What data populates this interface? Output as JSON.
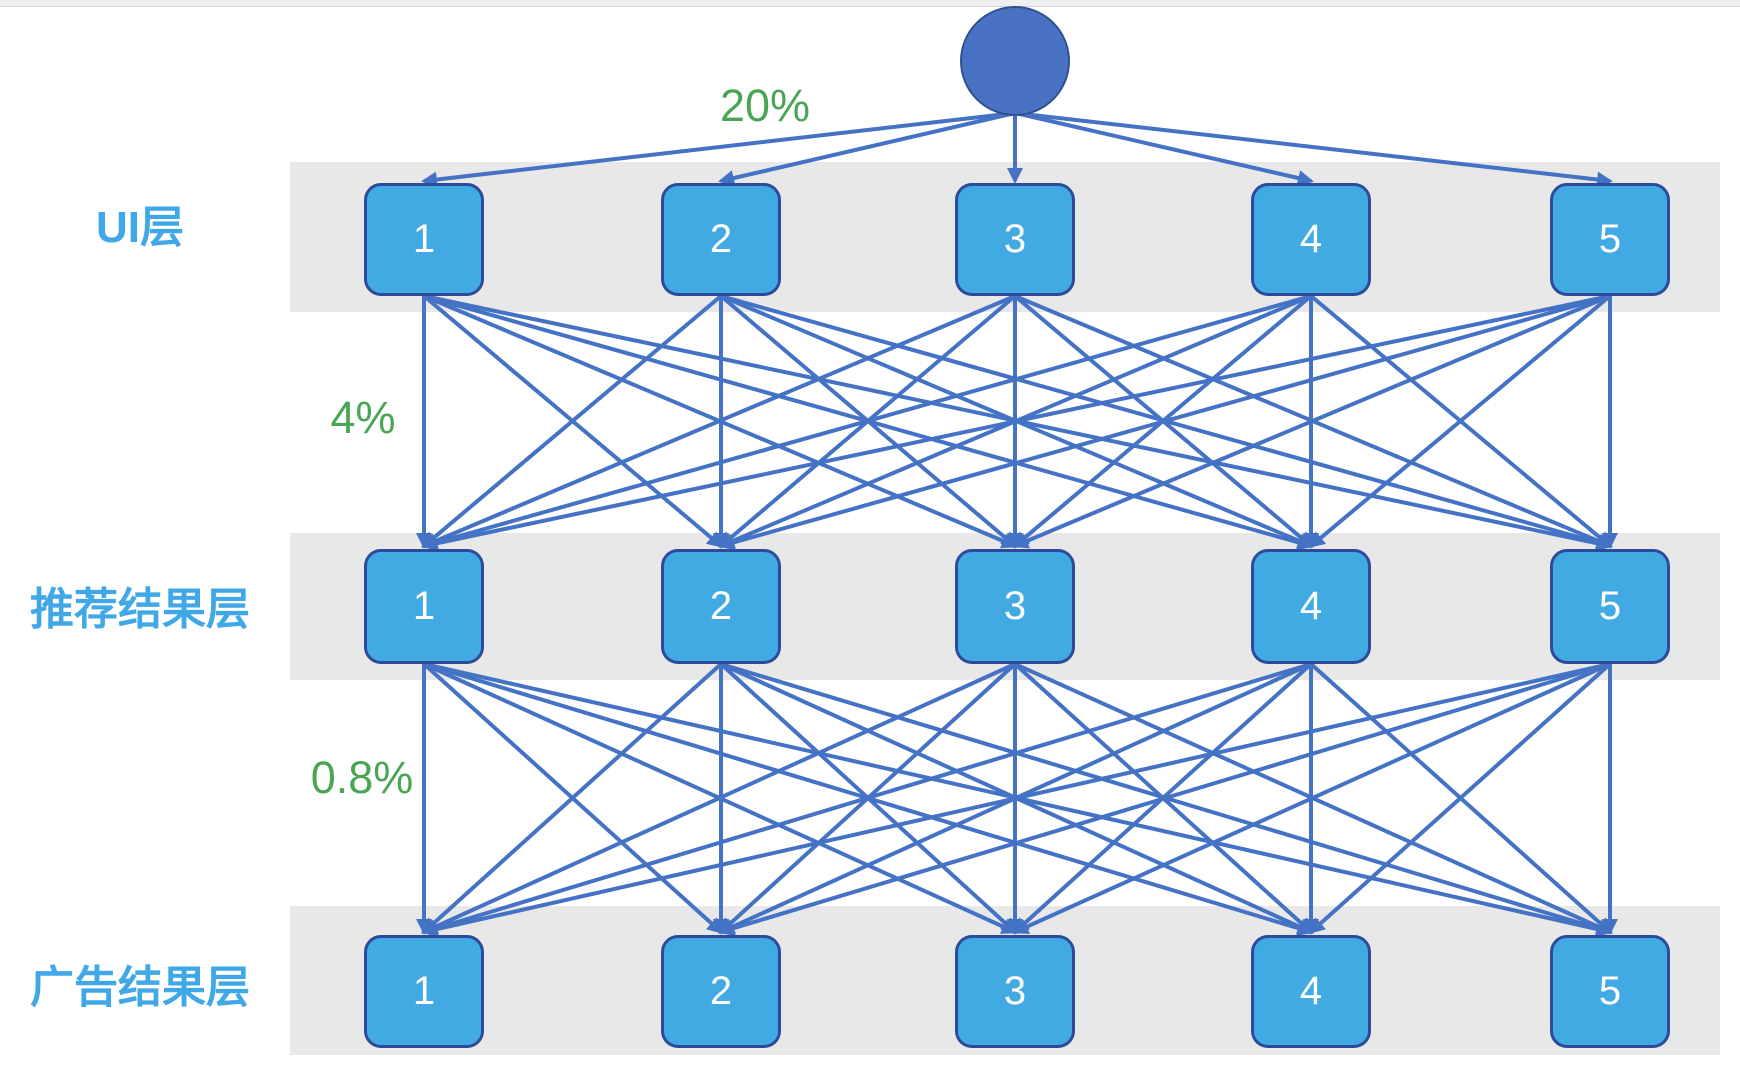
{
  "diagram": {
    "type": "layered-funnel-network",
    "root_node": {
      "shape": "circle",
      "label": ""
    },
    "layers": [
      {
        "label": "UI层",
        "conversion_rate_label": "20%",
        "nodes": [
          "1",
          "2",
          "3",
          "4",
          "5"
        ]
      },
      {
        "label": "推荐结果层",
        "conversion_rate_label": "4%",
        "nodes": [
          "1",
          "2",
          "3",
          "4",
          "5"
        ]
      },
      {
        "label": "广告结果层",
        "conversion_rate_label": "0.8%",
        "nodes": [
          "1",
          "2",
          "3",
          "4",
          "5"
        ]
      }
    ],
    "connections": {
      "root_to_layer1": "root connects to all 5 UI layer nodes",
      "layer1_to_layer2": "fully connected 5x5",
      "layer2_to_layer3": "fully connected 5x5"
    },
    "colors": {
      "edge": "#4472c4",
      "root_fill": "#4a72c4",
      "root_border": "#2f528f",
      "node_fill": "#41aae3",
      "node_border": "#2e4b9b",
      "node_text": "#ffffff",
      "band_background": "#e8e8e8",
      "layer_label_text": "#41a8e8",
      "rate_label_text": "#4aa655"
    }
  }
}
